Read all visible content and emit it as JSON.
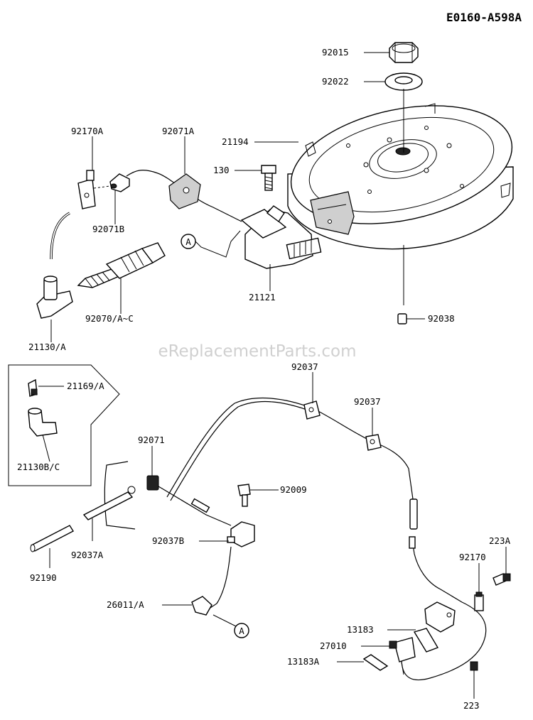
{
  "diagram_code": "E0160-A598A",
  "watermark": "eReplacementParts.com",
  "callout_letter": "A",
  "parts": [
    {
      "id": "92015"
    },
    {
      "id": "92022"
    },
    {
      "id": "92170A"
    },
    {
      "id": "92071A"
    },
    {
      "id": "21194"
    },
    {
      "id": "130"
    },
    {
      "id": "92071B"
    },
    {
      "id": "21121"
    },
    {
      "id": "92070/A~C"
    },
    {
      "id": "21130/A"
    },
    {
      "id": "92038"
    },
    {
      "id": "21169/A"
    },
    {
      "id": "21130B/C"
    },
    {
      "id": "92037"
    },
    {
      "id": "92037"
    },
    {
      "id": "92071"
    },
    {
      "id": "92009"
    },
    {
      "id": "92037B"
    },
    {
      "id": "92037A"
    },
    {
      "id": "92190"
    },
    {
      "id": "26011/A"
    },
    {
      "id": "223A"
    },
    {
      "id": "92170"
    },
    {
      "id": "13183"
    },
    {
      "id": "27010"
    },
    {
      "id": "13183A"
    },
    {
      "id": "223"
    }
  ]
}
